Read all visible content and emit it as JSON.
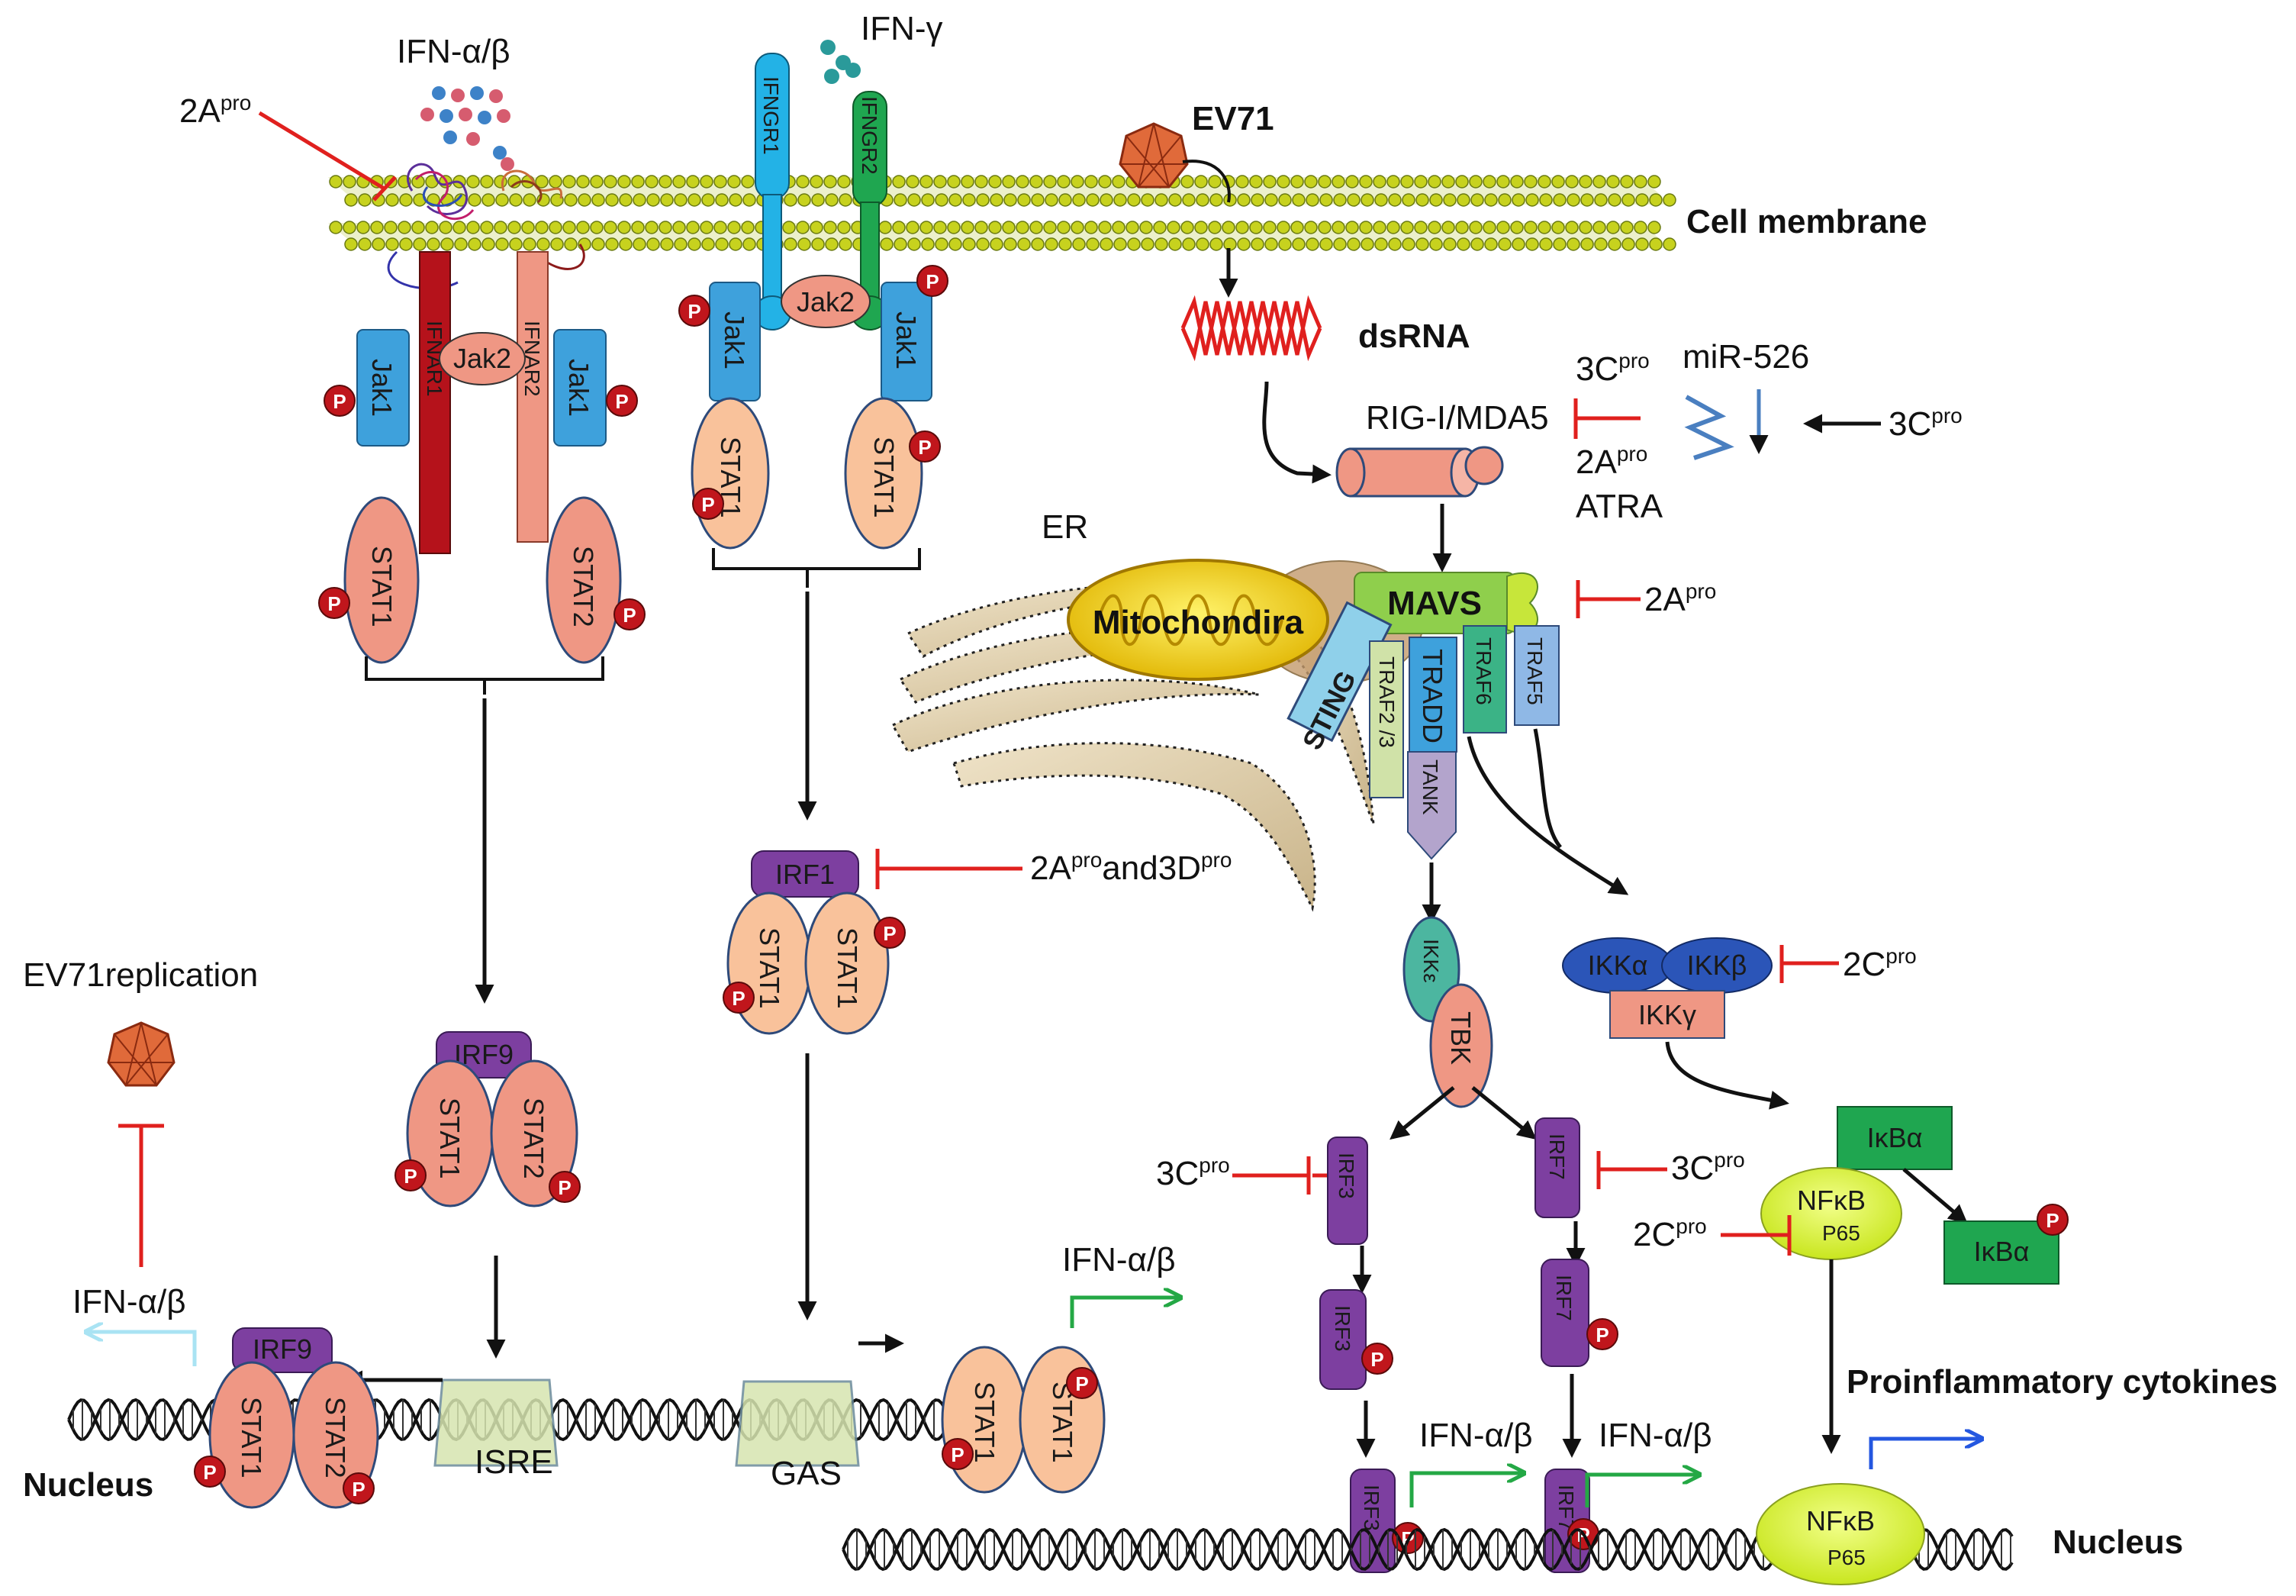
{
  "labels": {
    "ifn_ab_top": "IFN-α/β",
    "ifn_g_top": "IFN-γ",
    "ev71_virus": "EV71",
    "cell_membrane": "Cell membrane",
    "dsrna": "dsRNA",
    "rig_mda5": "RIG-I/MDA5",
    "mir526": "miR-526",
    "atra": "ATRA",
    "er": "ER",
    "mitochondria": "Mitochondira",
    "mavs": "MAVS",
    "ev71_replication": "EV71replication",
    "ifn_ab_left": "IFN-α/β",
    "nucleus_left": "Nucleus",
    "isre": "ISRE",
    "gas": "GAS",
    "ifn_ab_mid": "IFN-α/β",
    "ifn_ab_irf3": "IFN-α/β",
    "ifn_ab_irf7": "IFN-α/β",
    "proinflammatory": "Proinflammatory cytokines",
    "nucleus_right": "Nucleus"
  },
  "inhibitors": {
    "pro_sup": "pro",
    "i2a_top": "2A",
    "i3c_rig": "3C",
    "i2a_rig": "2A",
    "i3c_mir": "3C",
    "i2a_mavs": "2A",
    "irf1_a": "2A",
    "irf1_and": "and",
    "irf1_b": "3D",
    "i2c_ikk": "2C",
    "i3c_irf3": "3C",
    "i3c_irf7": "3C",
    "i2c_nfkb": "2C"
  },
  "molecules": {
    "jak1": "Jak1",
    "jak2": "Jak2",
    "ifnar1": "IFNAR1",
    "ifnar2": "IFNAR2",
    "ifngr1": "IFNGR1",
    "ifngr2": "IFNGR2",
    "stat1": "STAT1",
    "stat2": "STAT2",
    "irf1": "IRF1",
    "irf9": "IRF9",
    "irf3": "IRF3",
    "irf7": "IRF7",
    "sting": "STING",
    "traf23": "TRAF2 /3",
    "tradd": "TRADD",
    "traf6": "TRAF6",
    "traf5": "TRAF5",
    "tank": "TANK",
    "ikke": "IKKε",
    "tbk": "TBK",
    "ikka": "IKKα",
    "ikkb": "IKKβ",
    "ikkg": "IKKγ",
    "ikba": "IκBα",
    "nfkb": "NFκB",
    "p65": "P65",
    "phospho": "P"
  },
  "colors": {
    "membrane": "#b5c21a",
    "inhibitor": "#e0201e",
    "arrow": "#111111",
    "jak1": "#3ea1dc",
    "stat_salmon": "#ef9784",
    "stat_peach": "#f9c29b",
    "irf": "#7d3fa0",
    "phospho": "#c0161c",
    "ifnar1": "#b5121b",
    "ifngr1": "#23b2e6",
    "ifngr2": "#1fa650",
    "mavs": "#8fcf4c",
    "ikb": "#1fa650",
    "nfkb": "#d7ef3a",
    "green_arrow": "#24a845",
    "blue_arrow": "#2457e0",
    "light_blue": "#a9e3f3"
  }
}
